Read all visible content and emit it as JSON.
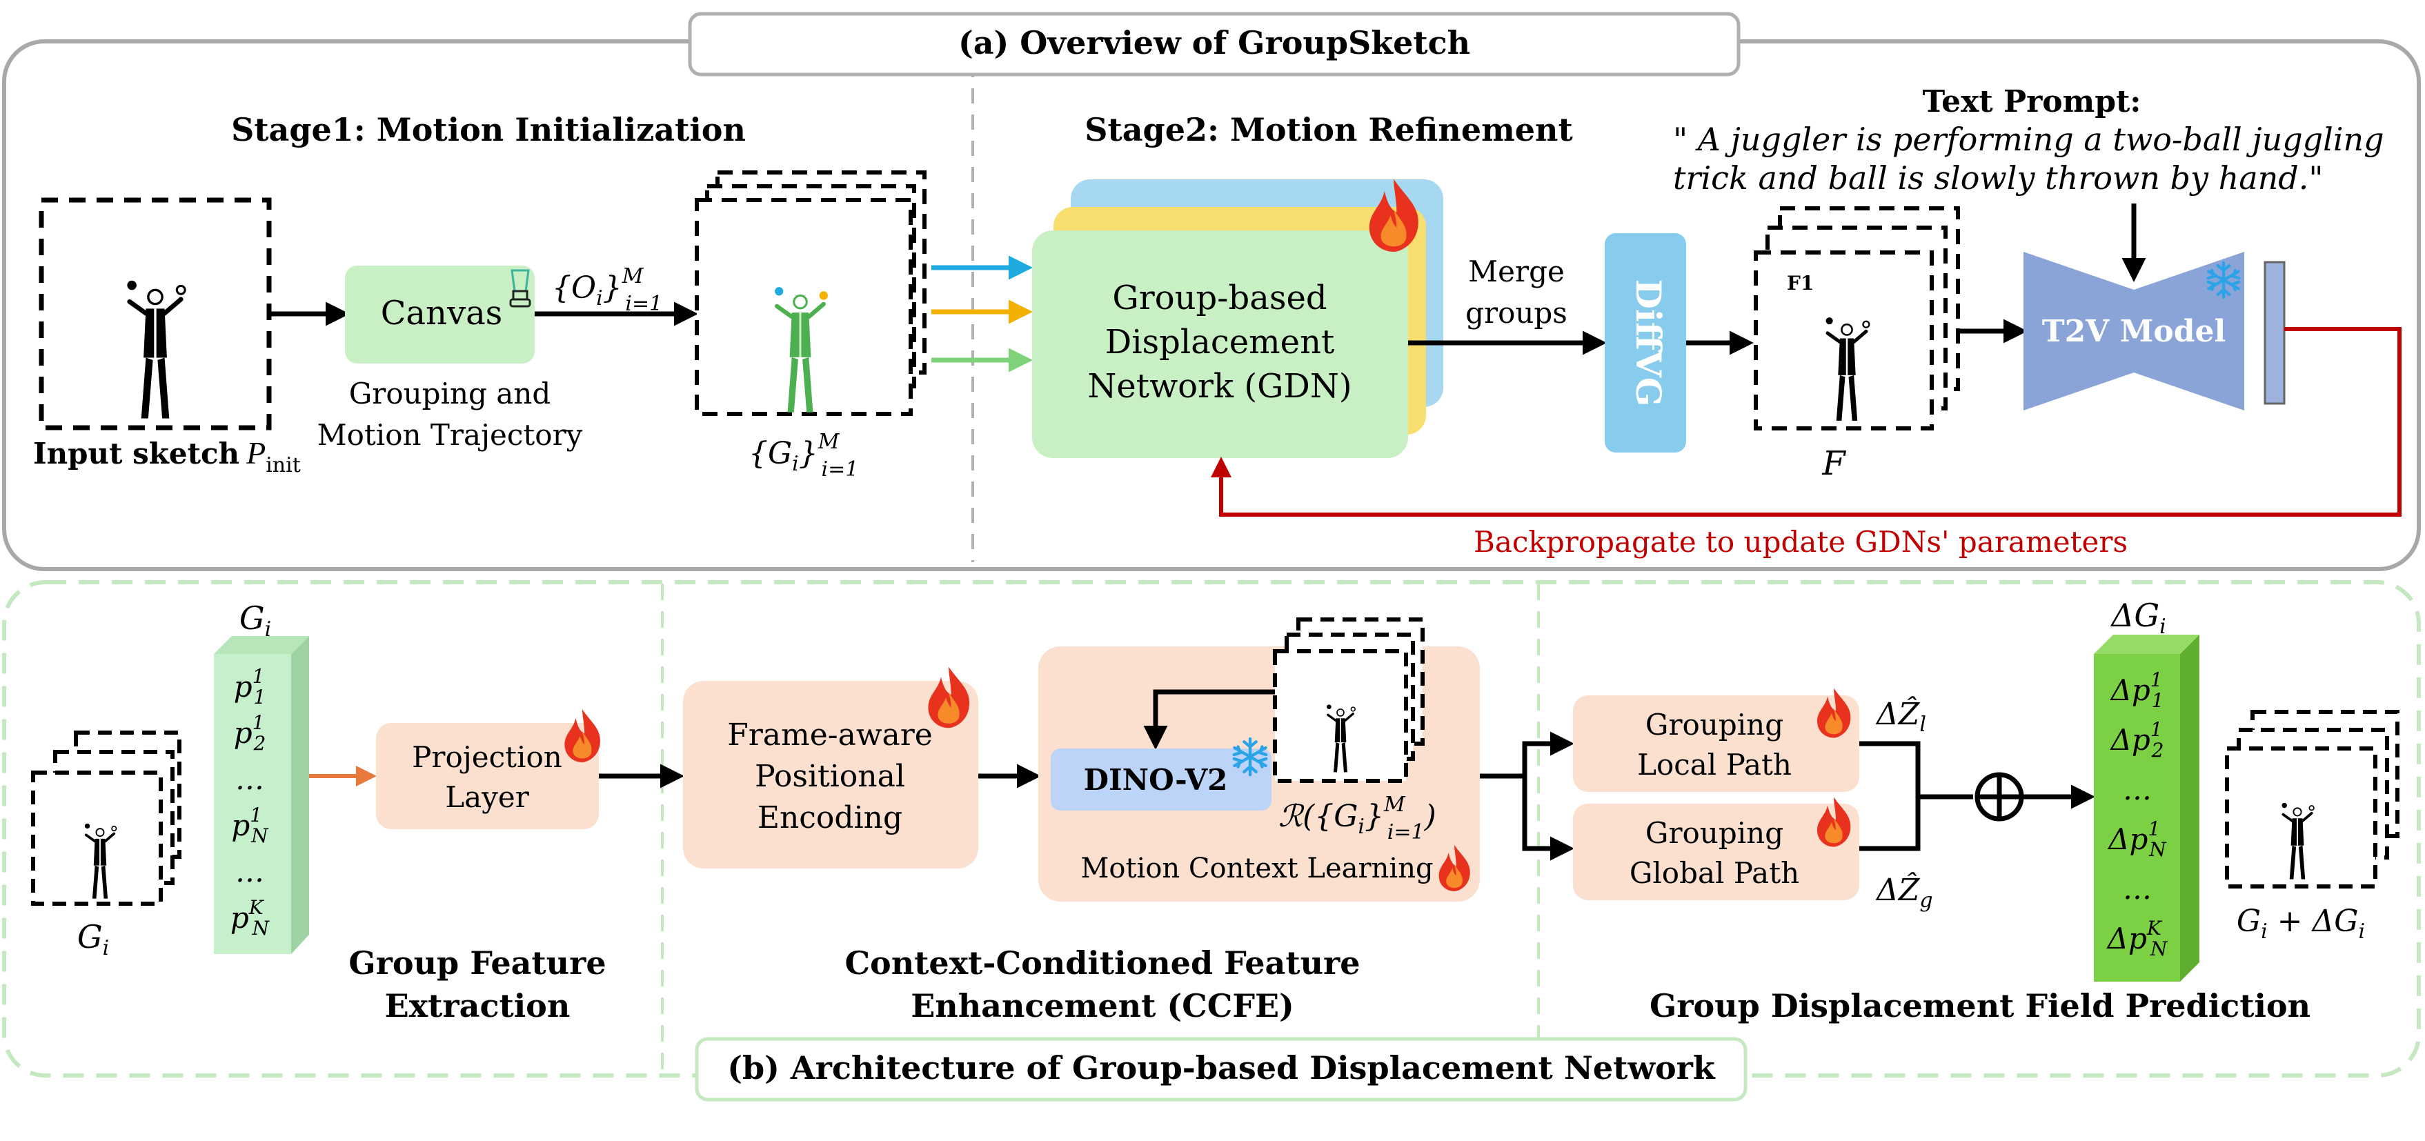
{
  "panel_a": {
    "title": "(a) Overview of GroupSketch",
    "stage1_title": "Stage1: Motion Initialization",
    "stage2_title": "Stage2: Motion Refinement",
    "input_sketch_label": "Input sketch",
    "input_sketch_symbol": "P",
    "input_sketch_sub": "init",
    "canvas_label": "Canvas",
    "canvas_caption_1": "Grouping and",
    "canvas_caption_2": "Motion Trajectory",
    "o_set_label": "{O",
    "o_set_sub": "i",
    "o_set_close": "}",
    "o_set_sup": "M",
    "o_set_range": "i=1",
    "g_set_label": "{G",
    "g_set_sub": "i",
    "g_set_close": "}",
    "g_set_sup": "M",
    "g_set_range": "i=1",
    "gdn_line1": "Group-based",
    "gdn_line2": "Displacement",
    "gdn_line3": "Network (GDN)",
    "merge_line1": "Merge",
    "merge_line2": "groups",
    "diffvg_label": "DiffVG",
    "frame_label": "F1",
    "frames_symbol": "F",
    "text_prompt_title": "Text Prompt:",
    "text_prompt_line1": "\" A juggler is performing a two-ball juggling",
    "text_prompt_line2": "trick and ball is slowly thrown by hand.\"",
    "t2v_label": "T2V Model",
    "backprop_label": "Backpropagate to update GDNs' parameters",
    "colors": {
      "gdn_green": "#c8f0c4",
      "gdn_yellow": "#f8de6e",
      "gdn_blue": "#a6d8f2",
      "diffvg_blue": "#87ccec",
      "t2v_blue": "#8aa4d8",
      "backprop_red": "#c00000",
      "arrow_blue": "#1ea9df",
      "arrow_yellow": "#f2b100",
      "arrow_green": "#7ed37a"
    }
  },
  "panel_b": {
    "title": "(b) Architecture of Group-based Displacement Network",
    "gi_symbol": "G",
    "gi_sub": "i",
    "feature_items": [
      {
        "base": "p",
        "sub": "1",
        "sup": "1"
      },
      {
        "base": "p",
        "sub": "2",
        "sup": "1"
      },
      {
        "base": "…",
        "sub": "",
        "sup": ""
      },
      {
        "base": "p",
        "sub": "N",
        "sup": "1"
      },
      {
        "base": "…",
        "sub": "",
        "sup": ""
      },
      {
        "base": "p",
        "sub": "N",
        "sup": "K"
      }
    ],
    "projection_line1": "Projection",
    "projection_line2": "Layer",
    "group_feature_line1": "Group Feature",
    "group_feature_line2": "Extraction",
    "fpe_line1": "Frame-aware",
    "fpe_line2": "Positional",
    "fpe_line3": "Encoding",
    "dino_label": "DINO-V2",
    "render_label": "ℛ({G",
    "render_sub": "i",
    "render_close": "}",
    "render_sup": "M",
    "render_range": "i=1",
    "render_end": ")",
    "mcl_label": "Motion Context Learning",
    "ccfe_line1": "Context-Conditioned Feature",
    "ccfe_line2": "Enhancement (CCFE)",
    "local_line1": "Grouping",
    "local_line2": "Local Path",
    "global_line1": "Grouping",
    "global_line2": "Global Path",
    "dz_local": "ΔẐ",
    "dz_local_sub": "l",
    "dz_global": "ΔẐ",
    "dz_global_sub": "g",
    "oplus": "⊕",
    "delta_gi": "ΔG",
    "delta_gi_sub": "i",
    "delta_items": [
      {
        "base": "Δp",
        "sub": "1",
        "sup": "1"
      },
      {
        "base": "Δp",
        "sub": "2",
        "sup": "1"
      },
      {
        "base": "…",
        "sub": "",
        "sup": ""
      },
      {
        "base": "Δp",
        "sub": "N",
        "sup": "1"
      },
      {
        "base": "…",
        "sub": "",
        "sup": ""
      },
      {
        "base": "Δp",
        "sub": "N",
        "sup": "K"
      }
    ],
    "gdfp_label": "Group Displacement Field Prediction",
    "output_label": "G",
    "output_sub": "i",
    "output_mid": " + ΔG",
    "output_sub2": "i",
    "colors": {
      "peach": "#fbe0d0",
      "dino_blue": "#bcd4f8",
      "feature_green": "#c6efcc",
      "delta_green": "#7bd043",
      "dash_green": "#c4e8c0",
      "arrow_orange": "#e8793c"
    }
  },
  "icons": {
    "fire": "fire-icon",
    "snowflake": "snowflake-icon",
    "brush": "paintbrush-icon",
    "juggler": "juggler-sketch-icon"
  }
}
